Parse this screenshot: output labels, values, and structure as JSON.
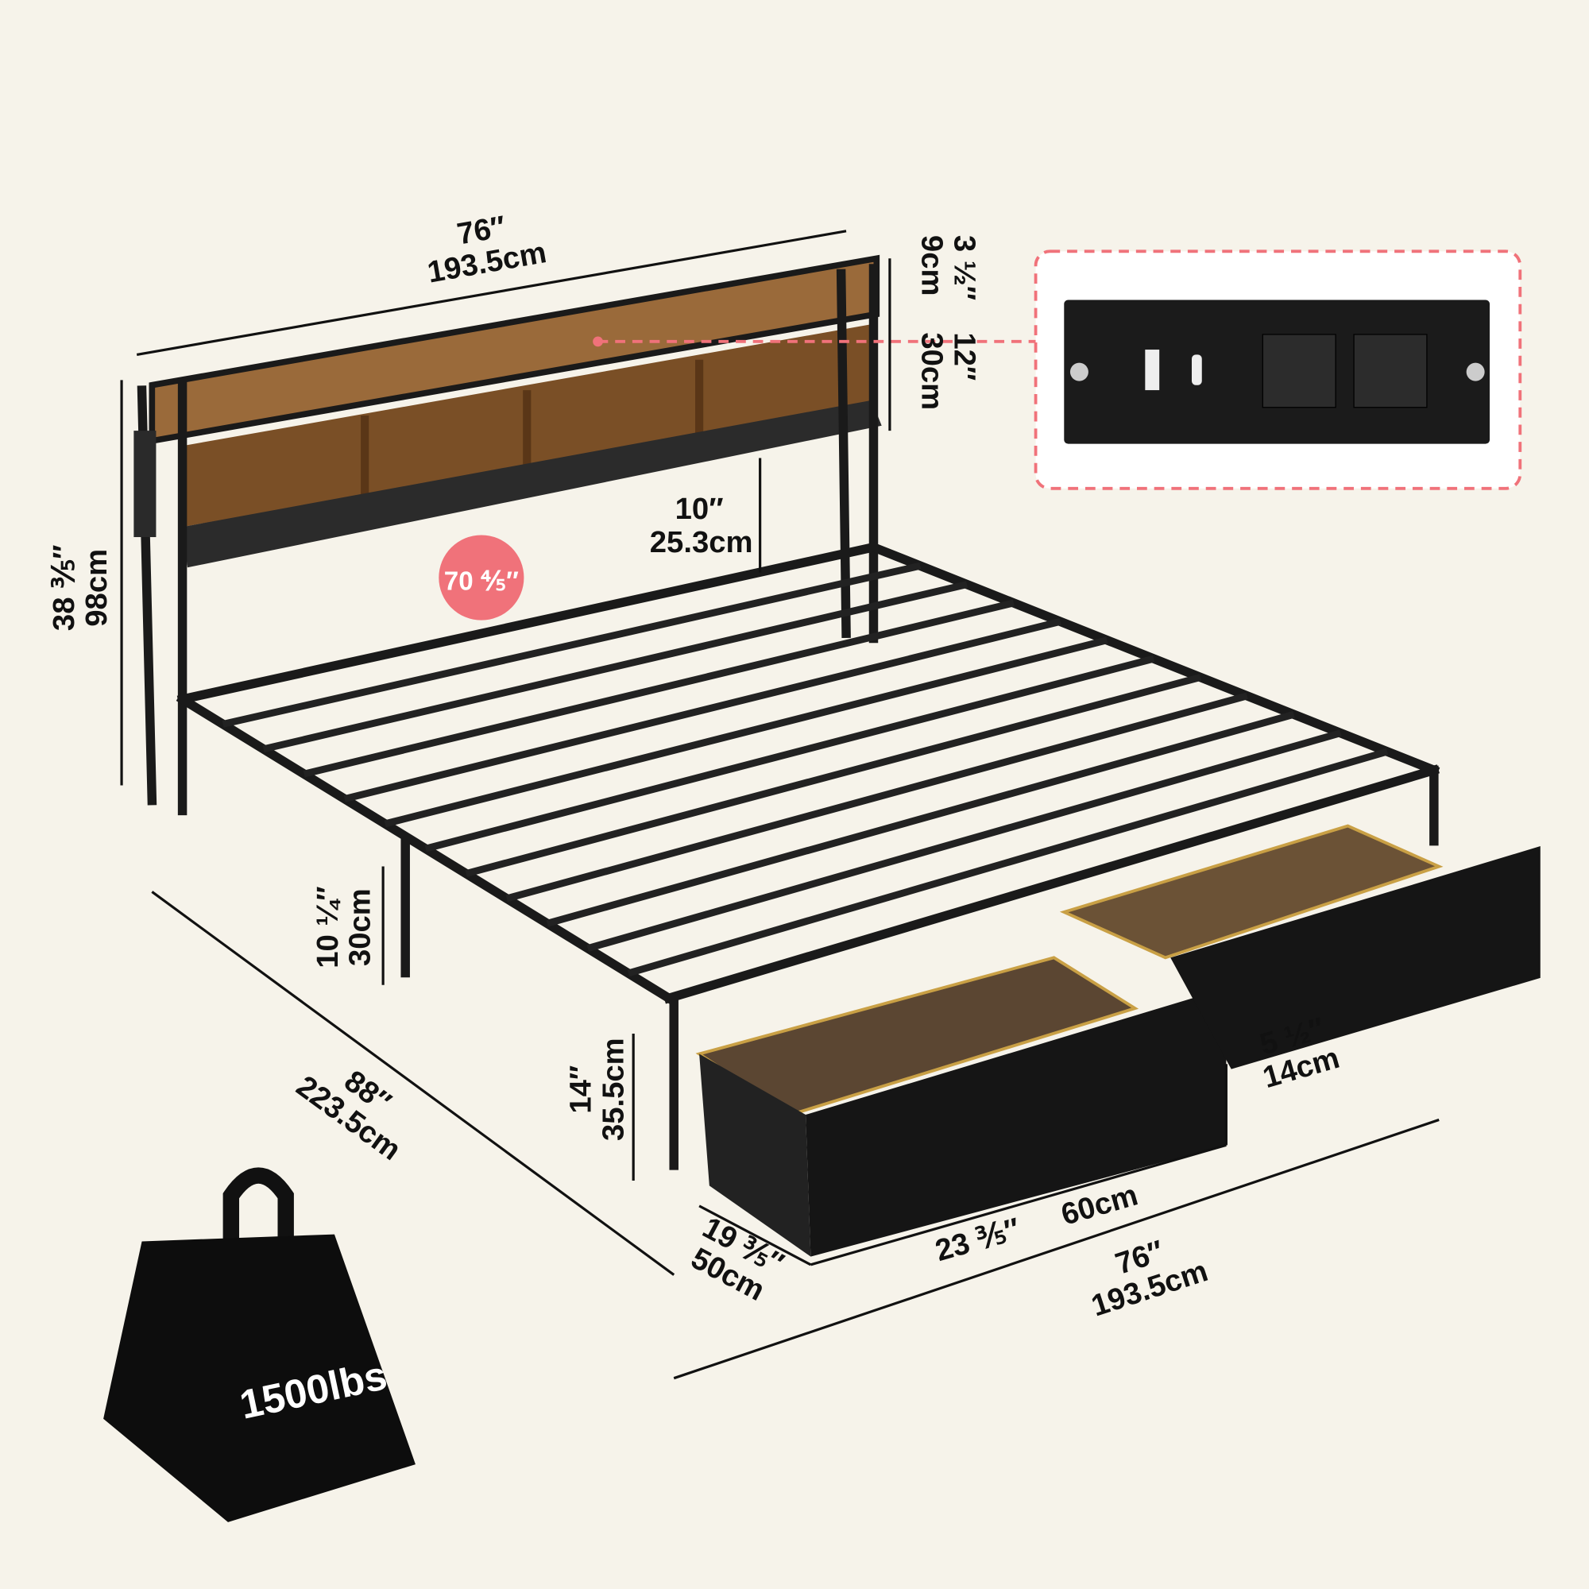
{
  "dimensions": {
    "headboard_width": {
      "in": "76″",
      "cm": "193.5cm"
    },
    "shelf_height": {
      "in": "3 ½″",
      "cm": "9cm"
    },
    "headboard_height": {
      "in": "12″",
      "cm": "30cm"
    },
    "clearance": {
      "in": "10″",
      "cm": "25.3cm"
    },
    "cord_length": "70 ⅘″",
    "total_height": {
      "in": "38 ⅗″",
      "cm": "98cm"
    },
    "under_bed": {
      "in": "10 ¼″",
      "cm": "30cm"
    },
    "length": {
      "in": "88″",
      "cm": "223.5cm"
    },
    "side_height": {
      "in": "14″",
      "cm": "35.5cm"
    },
    "drawer_depth": {
      "in": "19 ⅗″",
      "cm": "50cm"
    },
    "drawer_width": {
      "in": "23 ⅗″",
      "cm": "60cm"
    },
    "drawer_height": {
      "in": "5 ½″",
      "cm": "14cm"
    },
    "footboard_width": {
      "in": "76″",
      "cm": "193.5cm"
    }
  },
  "weight_capacity": "1500lbs",
  "colors": {
    "background": "#f6f3ea",
    "accent": "#f0727a",
    "wood": "#8a5a2b",
    "metal": "#1a1a1a"
  }
}
